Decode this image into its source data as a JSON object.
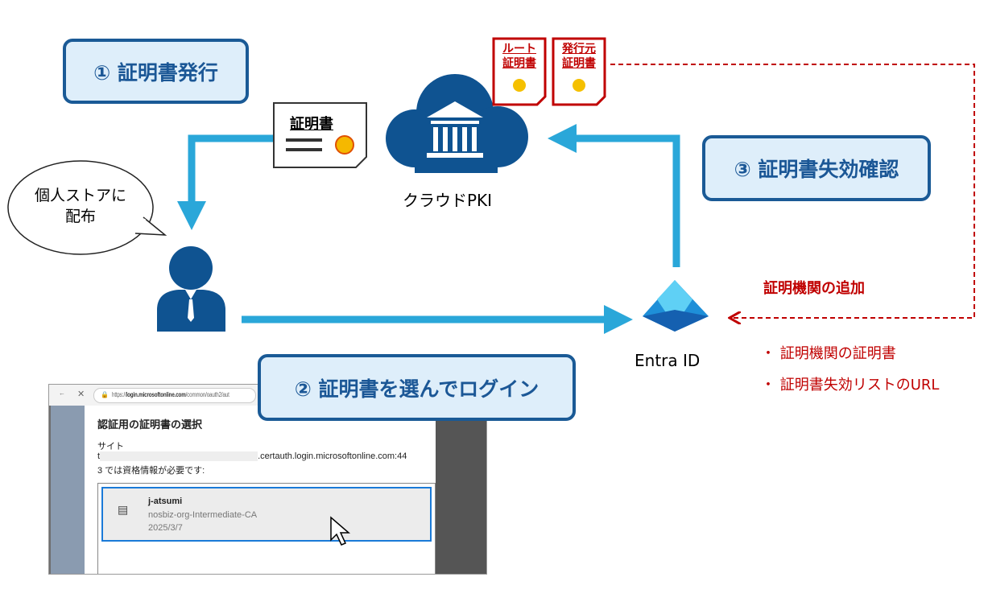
{
  "steps": {
    "issue": "① 証明書発行",
    "login": "② 証明書を選んでログイン",
    "revocation": "③ 証明書失効確認"
  },
  "cloud_pki": {
    "label": "クラウドPKI",
    "icon": "cloud-building-icon"
  },
  "certificate_doc": {
    "label": "証明書"
  },
  "root_cert": {
    "line1": "ルート",
    "line2": "証明書"
  },
  "issuer_cert": {
    "line1": "発行元",
    "line2": "証明書"
  },
  "speech_bubble": {
    "line1": "個人ストアに",
    "line2": "配布"
  },
  "entra": {
    "label": "Entra ID"
  },
  "ca_add": {
    "title": "証明機関の追加",
    "bullets": [
      "・ 証明機関の証明書",
      "・ 証明書失効リストのURL"
    ]
  },
  "browser": {
    "url_prefix": "https://",
    "url_host": "login.microsoftonline.com",
    "url_path": "/common/oauth2/aut",
    "dialog_title": "認証用の証明書の選択",
    "site_label": "サイト",
    "site_prefix": "t",
    "site_host": ".certauth.login.microsoftonline.com:44",
    "site_suffix": "3 では資格情報が必要です:",
    "cert_item": {
      "name": "j-atsumi",
      "issuer": "nosbiz-org-Intermediate-CA",
      "date": "2025/3/7"
    }
  },
  "colors": {
    "step_border": "#1a5a96",
    "step_fill": "#deeefa",
    "arrow": "#2aa7d9",
    "red": "#c00000",
    "cloud": "#0f5391"
  }
}
